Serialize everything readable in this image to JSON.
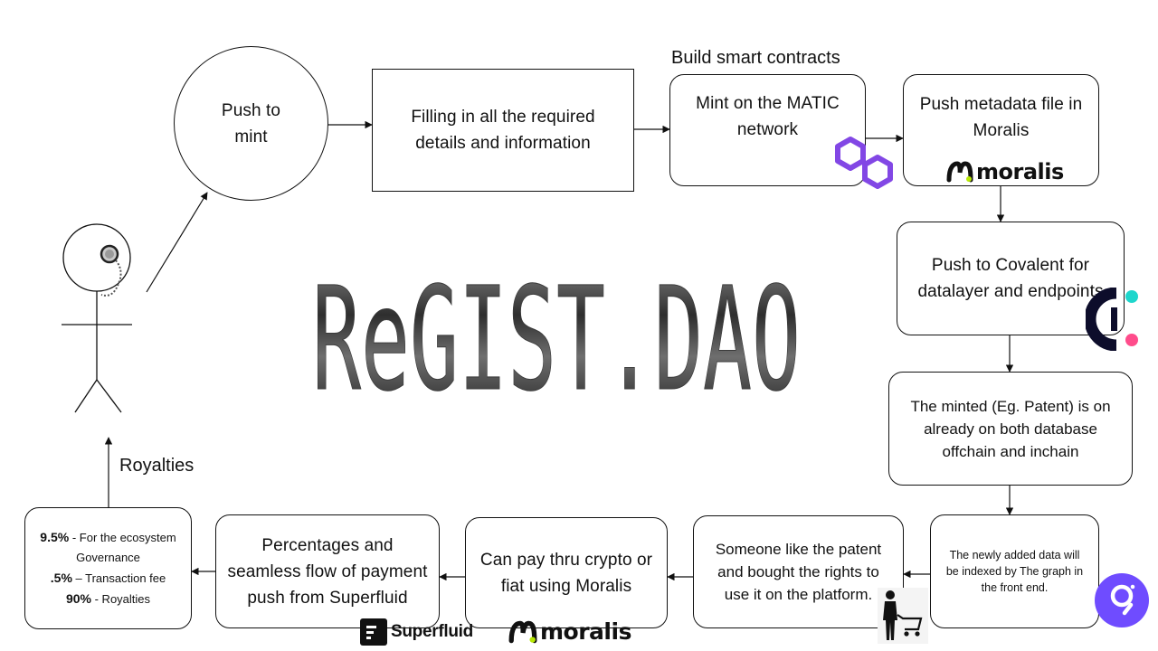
{
  "title": "ReGIST.DAO",
  "labels": {
    "build": "Build smart contracts",
    "royalties": "Royalties"
  },
  "nodes": {
    "push_to_mint": "Push to mint",
    "filling": "Filling in all the required details and information",
    "mint_matic": "Mint on the MATIC network",
    "push_metadata": "Push metadata file in Moralis",
    "push_covalent": "Push to Covalent for datalayer and endpoints",
    "minted_patent": "The minted (Eg. Patent) is on already on both database offchain and inchain",
    "indexed_graph": "The newly added data will be indexed by The graph in the front end.",
    "someone_bought": "Someone like the patent and bought the rights to use it on the platform.",
    "pay_crypto": "Can pay thru crypto or fiat using Moralis",
    "superfluid_flow": "Percentages and seamless flow of payment push from Superfluid"
  },
  "royalty_box": [
    {
      "value": "9.5%",
      "text": " - For the ecosystem Governance"
    },
    {
      "value": ".5%",
      "text": " – Transaction fee"
    },
    {
      "value": "90%",
      "text": " - Royalties"
    }
  ],
  "brands": {
    "moralis": "moralis",
    "superfluid": "Superfluid"
  },
  "colors": {
    "polygon": "#8247e5",
    "graph": "#6f4cff",
    "covalent_dark": "#0d0d2b",
    "covalent_teal": "#1ed6cc",
    "covalent_pink": "#ff4c8b",
    "moralis_green": "#b7e803"
  }
}
